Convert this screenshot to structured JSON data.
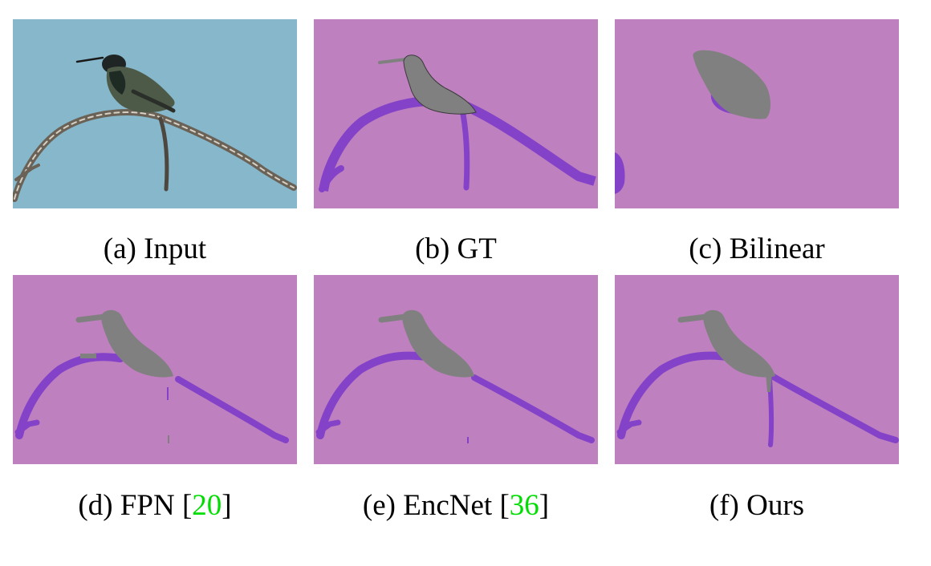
{
  "colors": {
    "sky": "#86b7cb",
    "background_class": "#bf80bf",
    "branch_class": "#8442c8",
    "bird_class": "#808080",
    "citation_link": "#00dd00"
  },
  "figure": {
    "panels": [
      {
        "id": "a",
        "marker": "(a)",
        "label": "Input",
        "cite": "",
        "kind": "photo"
      },
      {
        "id": "b",
        "marker": "(b)",
        "label": "GT",
        "cite": "",
        "kind": "segmentation"
      },
      {
        "id": "c",
        "marker": "(c)",
        "label": "Bilinear",
        "cite": "",
        "kind": "segmentation"
      },
      {
        "id": "d",
        "marker": "(d)",
        "label": "FPN",
        "cite": "20",
        "kind": "segmentation"
      },
      {
        "id": "e",
        "marker": "(e)",
        "label": "EncNet",
        "cite": "36",
        "kind": "segmentation"
      },
      {
        "id": "f",
        "marker": "(f)",
        "label": "Ours",
        "cite": "",
        "kind": "segmentation"
      }
    ]
  }
}
